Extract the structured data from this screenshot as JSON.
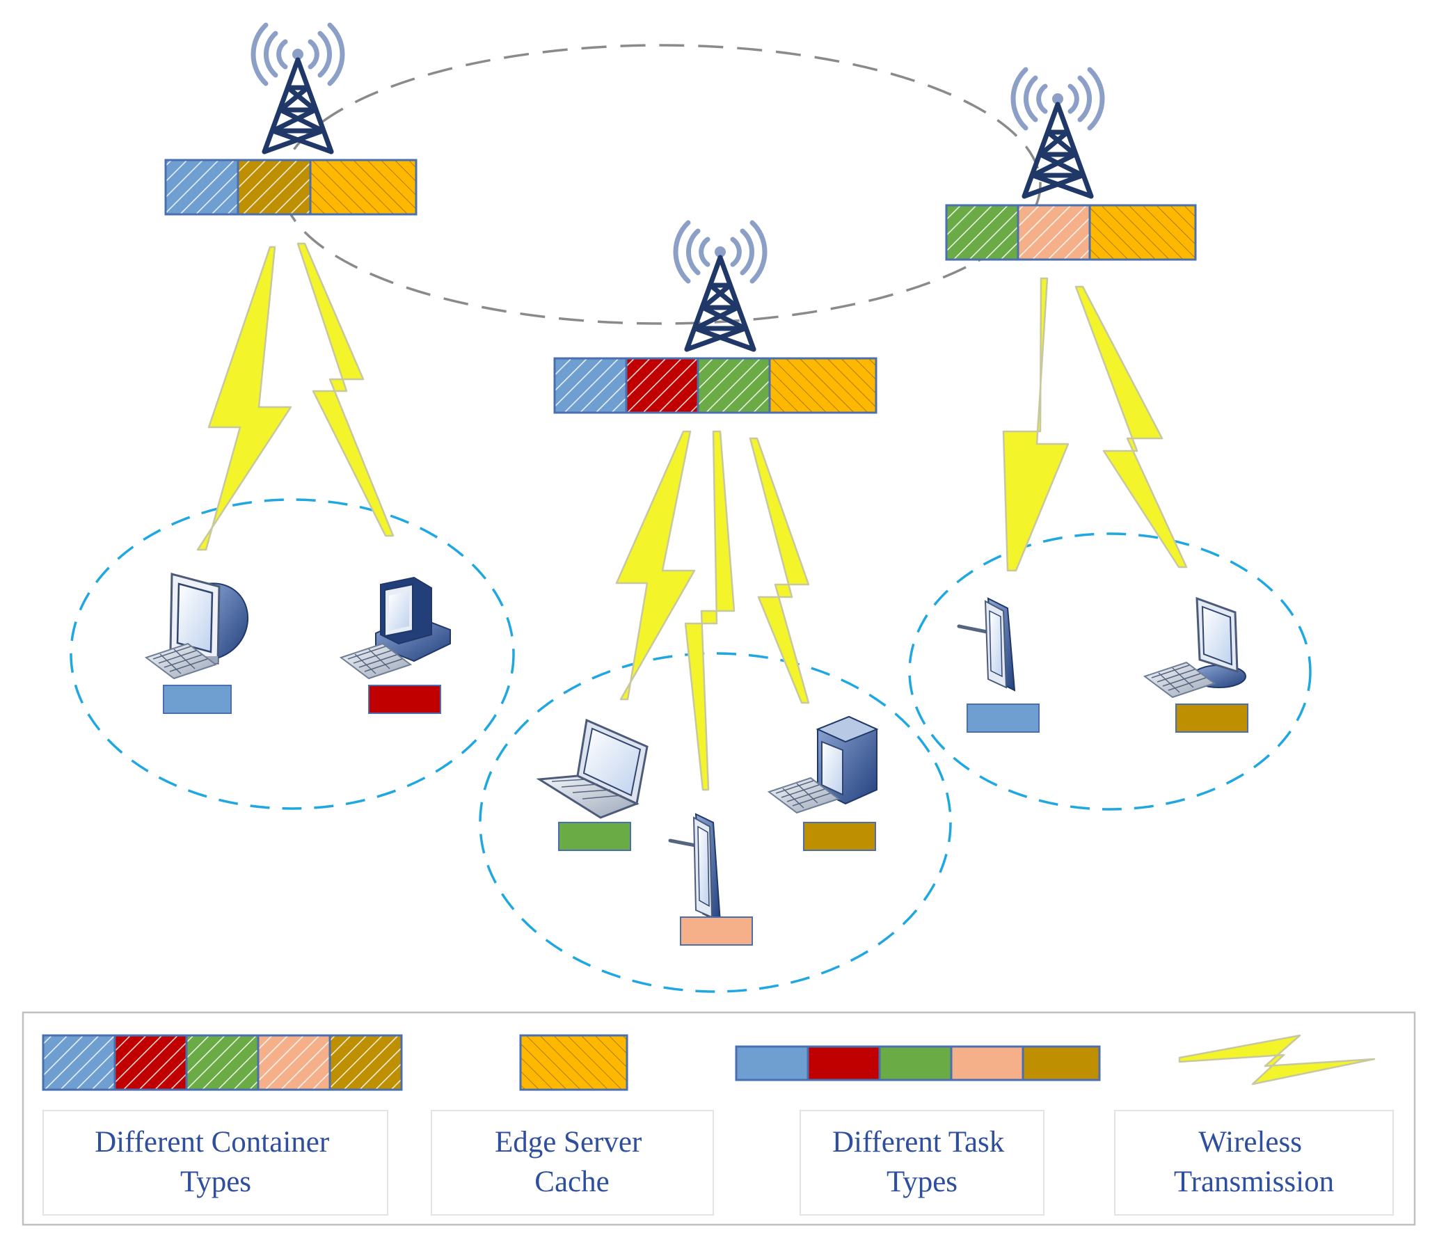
{
  "legend": {
    "container_types": {
      "line1": "Different Container",
      "line2": "Types"
    },
    "edge_cache": {
      "line1": "Edge Server",
      "line2": "Cache"
    },
    "task_types": {
      "line1": "Different Task",
      "line2": "Types"
    },
    "wireless": {
      "line1": "Wireless",
      "line2": "Transmission"
    }
  },
  "colors": {
    "blue": "#6F9ED0",
    "red": "#C00000",
    "green": "#6AAB45",
    "peach": "#F5B08A",
    "olive": "#BE8F00",
    "orange": "#FFB800",
    "tower": "#1F3868",
    "signal": "#8C9FC7",
    "lightning": "#F4F42A",
    "cluster": "#1EA7E1",
    "link": "#8A8A8A",
    "cell_border": "#4A6FB0"
  },
  "icons": {
    "tower": "radio-tower-icon",
    "crt_pc": "crt-computer-icon",
    "desktop_pc": "desktop-computer-icon",
    "laptop": "laptop-icon",
    "tablet": "tablet-pen-icon",
    "cube_pc": "cube-computer-icon",
    "flat_pc": "flat-monitor-computer-icon",
    "lightning": "lightning-bolt-icon"
  }
}
